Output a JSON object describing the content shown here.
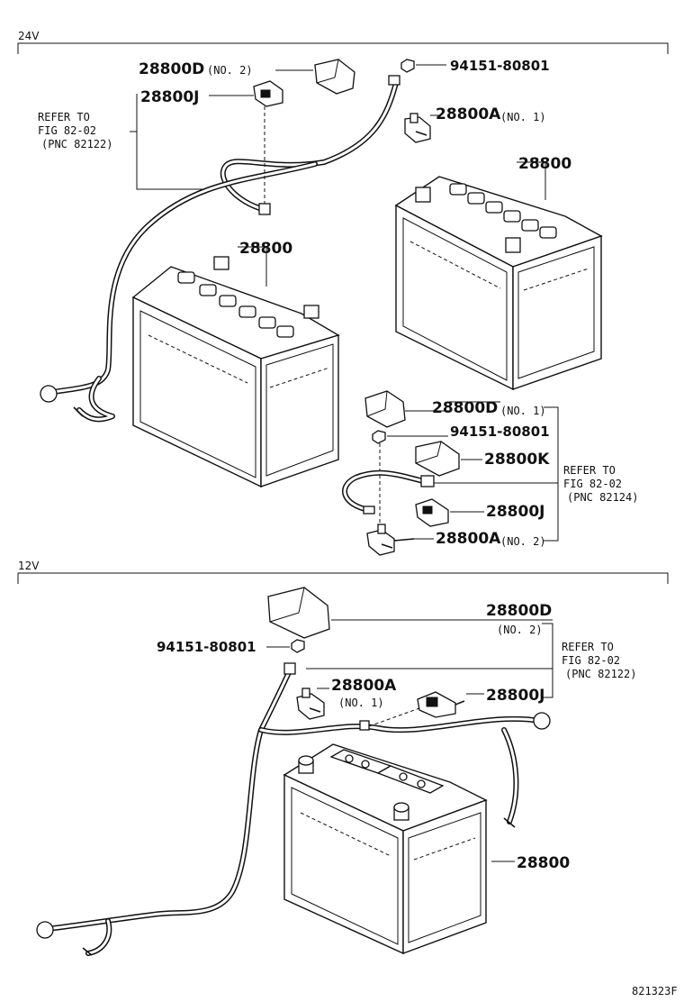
{
  "sections": {
    "v24": {
      "label": "24V"
    },
    "v12": {
      "label": "12V"
    }
  },
  "callouts_24v": {
    "cover_d_top": {
      "part": "28800D",
      "note": "(NO. 2)"
    },
    "terminal_j_top": {
      "part": "28800J"
    },
    "nut_top": {
      "part": "94151-80801"
    },
    "clamp_a_top": {
      "part": "28800A",
      "note": "(NO. 1)"
    },
    "battery_left": {
      "part": "28800"
    },
    "battery_right": {
      "part": "28800"
    },
    "cover_d_right": {
      "part": "28800D",
      "note": "(NO. 1)"
    },
    "nut_right": {
      "part": "94151-80801"
    },
    "cover_k": {
      "part": "28800K"
    },
    "terminal_j_right": {
      "part": "28800J"
    },
    "clamp_a_right": {
      "part": "28800A",
      "note": "(NO. 2)"
    },
    "refer_left": {
      "line1": "REFER TO",
      "line2": "FIG 82-02",
      "line3": "(PNC 82122)"
    },
    "refer_right": {
      "line1": "REFER TO",
      "line2": "FIG 82-02",
      "line3": "(PNC 82124)"
    }
  },
  "callouts_12v": {
    "cover_d": {
      "part": "28800D",
      "note": "(NO. 2)"
    },
    "nut": {
      "part": "94151-80801"
    },
    "clamp_a": {
      "part": "28800A",
      "note": "(NO. 1)"
    },
    "terminal_j": {
      "part": "28800J"
    },
    "battery": {
      "part": "28800"
    },
    "refer": {
      "line1": "REFER TO",
      "line2": "FIG 82-02",
      "line3": "(PNC 82122)"
    }
  },
  "figure_id": "821323F"
}
